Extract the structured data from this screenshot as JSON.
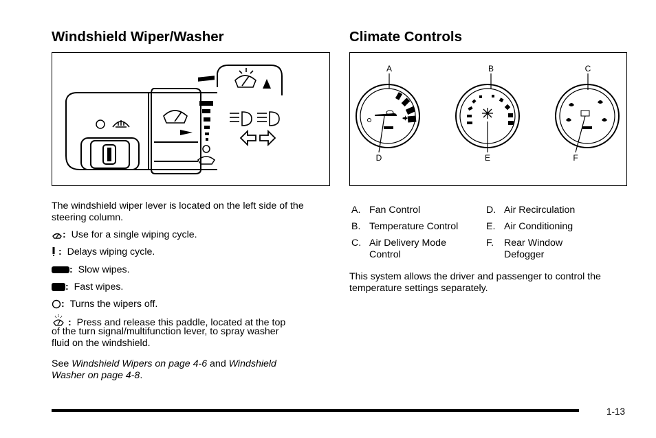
{
  "left": {
    "title": "Windshield Wiper/Washer",
    "intro": "The windshield wiper lever is located on the left side of the steering column.",
    "items": [
      {
        "icon": "mist-icon",
        "label": "Use for a single wiping cycle."
      },
      {
        "icon": "delay-icon",
        "label": "Delays wiping cycle."
      },
      {
        "icon": "slow-wipe-icon",
        "label": "Slow wipes."
      },
      {
        "icon": "fast-wipe-icon",
        "label": "Fast wipes."
      },
      {
        "icon": "off-icon",
        "label": "Turns the wipers off."
      }
    ],
    "washer_text_1": "Press and release this paddle, located at the top",
    "washer_text_2": "of the turn signal/multifunction lever, to spray washer",
    "washer_text_3": "fluid on the windshield.",
    "see_prefix": "See ",
    "see_link1": "Windshield Wipers on page 4-6",
    "see_and": " and ",
    "see_link2_line1": "Windshield",
    "see_link2_line2": "Washer on page 4-8",
    "see_period": "."
  },
  "right": {
    "title": "Climate Controls",
    "figure_labels": {
      "A": "A",
      "B": "B",
      "C": "C",
      "D": "D",
      "E": "E",
      "F": "F"
    },
    "legend": [
      {
        "key": "A.",
        "label": "Fan Control"
      },
      {
        "key": "B.",
        "label": "Temperature Control"
      },
      {
        "key": "C.",
        "label": "Air Delivery Mode Control"
      },
      {
        "key": "D.",
        "label": "Air Recirculation"
      },
      {
        "key": "E.",
        "label": "Air Conditioning"
      },
      {
        "key": "F.",
        "label": "Rear Window Defogger"
      }
    ],
    "body": "This system allows the driver and passenger to control the temperature settings separately."
  },
  "footer": {
    "page_number": "1-13"
  }
}
